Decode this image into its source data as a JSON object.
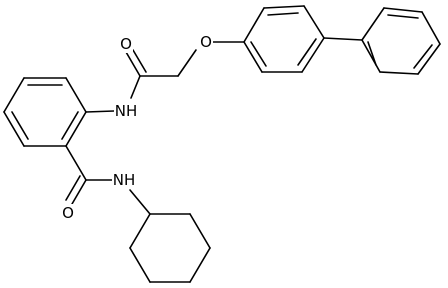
{
  "molecule": {
    "atom_labels": {
      "carbonyl_oxygen_top": "O",
      "ether_oxygen": "O",
      "amide_nh_top": "NH",
      "carbonyl_oxygen_bottom": "O",
      "amide_nh_bottom": "NH"
    },
    "colors": {
      "bond": "#000000",
      "label": "#000000",
      "background": "#ffffff"
    }
  }
}
